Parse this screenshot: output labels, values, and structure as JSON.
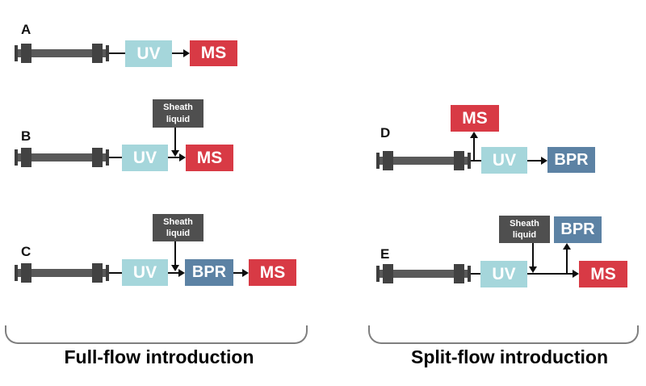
{
  "figure": {
    "panels": [
      {
        "letter": "A"
      },
      {
        "letter": "B"
      },
      {
        "letter": "C"
      },
      {
        "letter": "D"
      },
      {
        "letter": "E"
      }
    ],
    "box_labels": {
      "uv": "UV",
      "ms": "MS",
      "bpr": "BPR",
      "sheath_liquid": "Sheath liquid"
    },
    "group_labels": {
      "left": "Full-flow introduction",
      "right": "Split-flow introduction"
    },
    "colors": {
      "uv_box": "#a5d6db",
      "ms_box": "#d83a45",
      "bpr_box": "#5c82a4",
      "sheath_box": "#4f4f4f",
      "column_tube": "#595959",
      "column_caps": "#3f3f3f",
      "arrow_line": "#0d0d0d",
      "brace_line": "#7f7f7f",
      "label_text": "#000000"
    }
  }
}
